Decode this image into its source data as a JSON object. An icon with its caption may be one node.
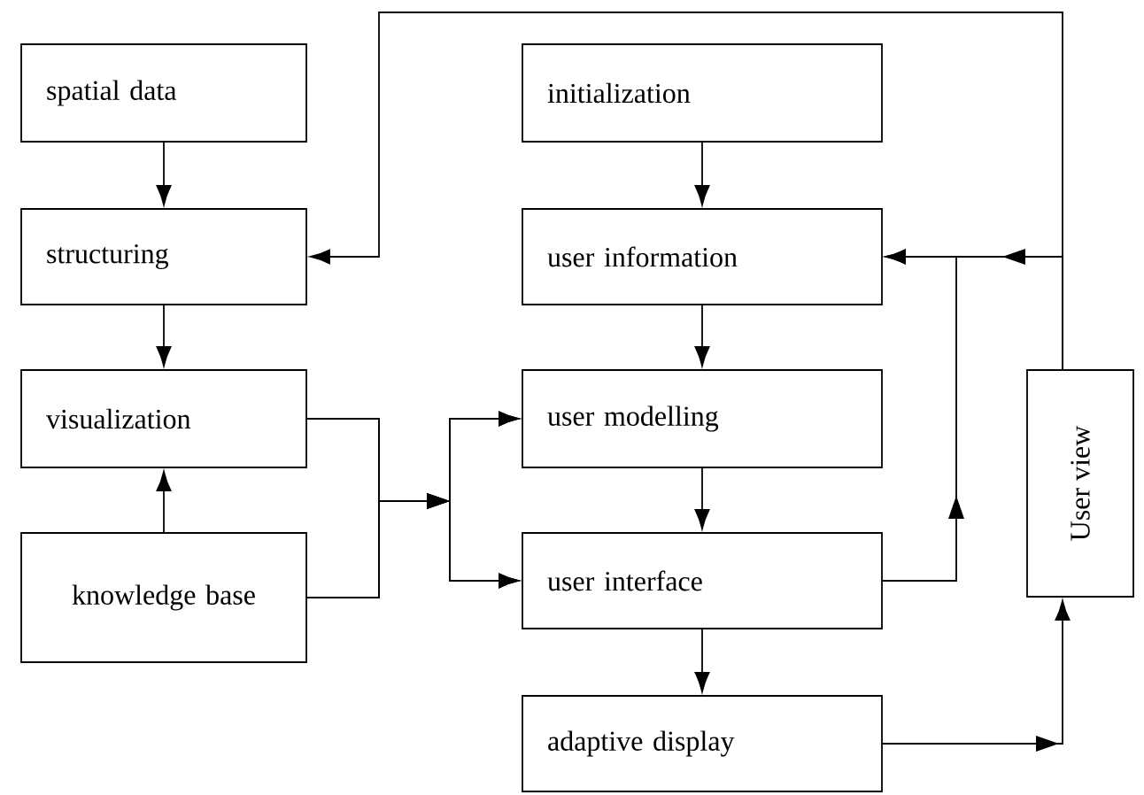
{
  "diagram": {
    "nodes": [
      {
        "text": [
          "spatial data"
        ]
      },
      {
        "text": [
          "structuring"
        ]
      },
      {
        "text": [
          "visualization"
        ]
      },
      {
        "text": [
          "knowledge base"
        ]
      },
      {
        "text": [
          "initialization"
        ]
      },
      {
        "text": [
          "user information"
        ]
      },
      {
        "text": [
          "user modelling"
        ]
      },
      {
        "text": [
          "user interface"
        ]
      },
      {
        "text": [
          "adaptive display"
        ]
      },
      {
        "text": [
          "User view"
        ]
      }
    ],
    "edges": [
      {
        "from": 0,
        "to": 1,
        "arrow": "to"
      },
      {
        "from": 1,
        "to": 2,
        "arrow": "to"
      },
      {
        "from": 3,
        "to": 2,
        "arrow": "to"
      },
      {
        "from": 2,
        "to": 6,
        "arrow": "to"
      },
      {
        "from": 2,
        "to": 7,
        "arrow": "to"
      },
      {
        "from": 3,
        "to": 6,
        "arrow": "to"
      },
      {
        "from": 3,
        "to": 7,
        "arrow": "to"
      },
      {
        "from": 4,
        "to": 5,
        "arrow": "to"
      },
      {
        "from": 5,
        "to": 6,
        "arrow": "to"
      },
      {
        "from": 6,
        "to": 7,
        "arrow": "to"
      },
      {
        "from": 7,
        "to": 8,
        "arrow": "to"
      },
      {
        "from": 7,
        "to": 5,
        "arrow": "to"
      },
      {
        "from": 9,
        "to": 5,
        "arrow": "to"
      },
      {
        "from": 9,
        "to": 1,
        "arrow": "to"
      },
      {
        "from": 8,
        "to": 9,
        "arrow": "to"
      }
    ]
  }
}
